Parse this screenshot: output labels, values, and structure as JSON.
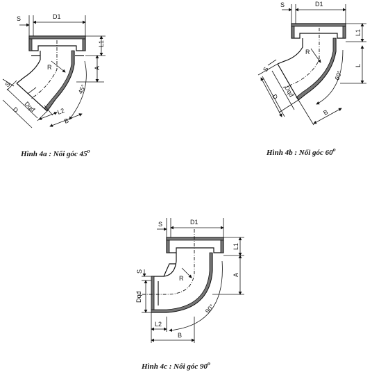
{
  "figures": [
    {
      "id": "4a",
      "caption": "Hình 4a : Nối góc 45",
      "angle_label": "45°",
      "degree_mark": "o",
      "labels": {
        "s": "S",
        "d1": "D1",
        "l1": "L1",
        "a": "A",
        "r": "R",
        "s2": "S",
        "dqd": "Dqđ",
        "d": "D",
        "l2": "L2",
        "b": "B"
      }
    },
    {
      "id": "4b",
      "caption": "Hình 4b : Nối góc 60",
      "angle_label": "60°",
      "degree_mark": "o",
      "labels": {
        "s": "S",
        "d1": "D1",
        "l1": "L1",
        "l": "L",
        "r": "R",
        "s2": "S",
        "dqd": "Dqđ",
        "d": "D",
        "b": "B"
      }
    },
    {
      "id": "4c",
      "caption": "Hình 4c : Nối góc 90",
      "angle_label": "90°",
      "degree_mark": "o",
      "labels": {
        "s": "S",
        "d1": "D1",
        "l1": "L1",
        "a": "A",
        "r": "R",
        "s2": "S",
        "dqd": "Dqđ",
        "l2": "L2",
        "b": "B"
      }
    }
  ]
}
